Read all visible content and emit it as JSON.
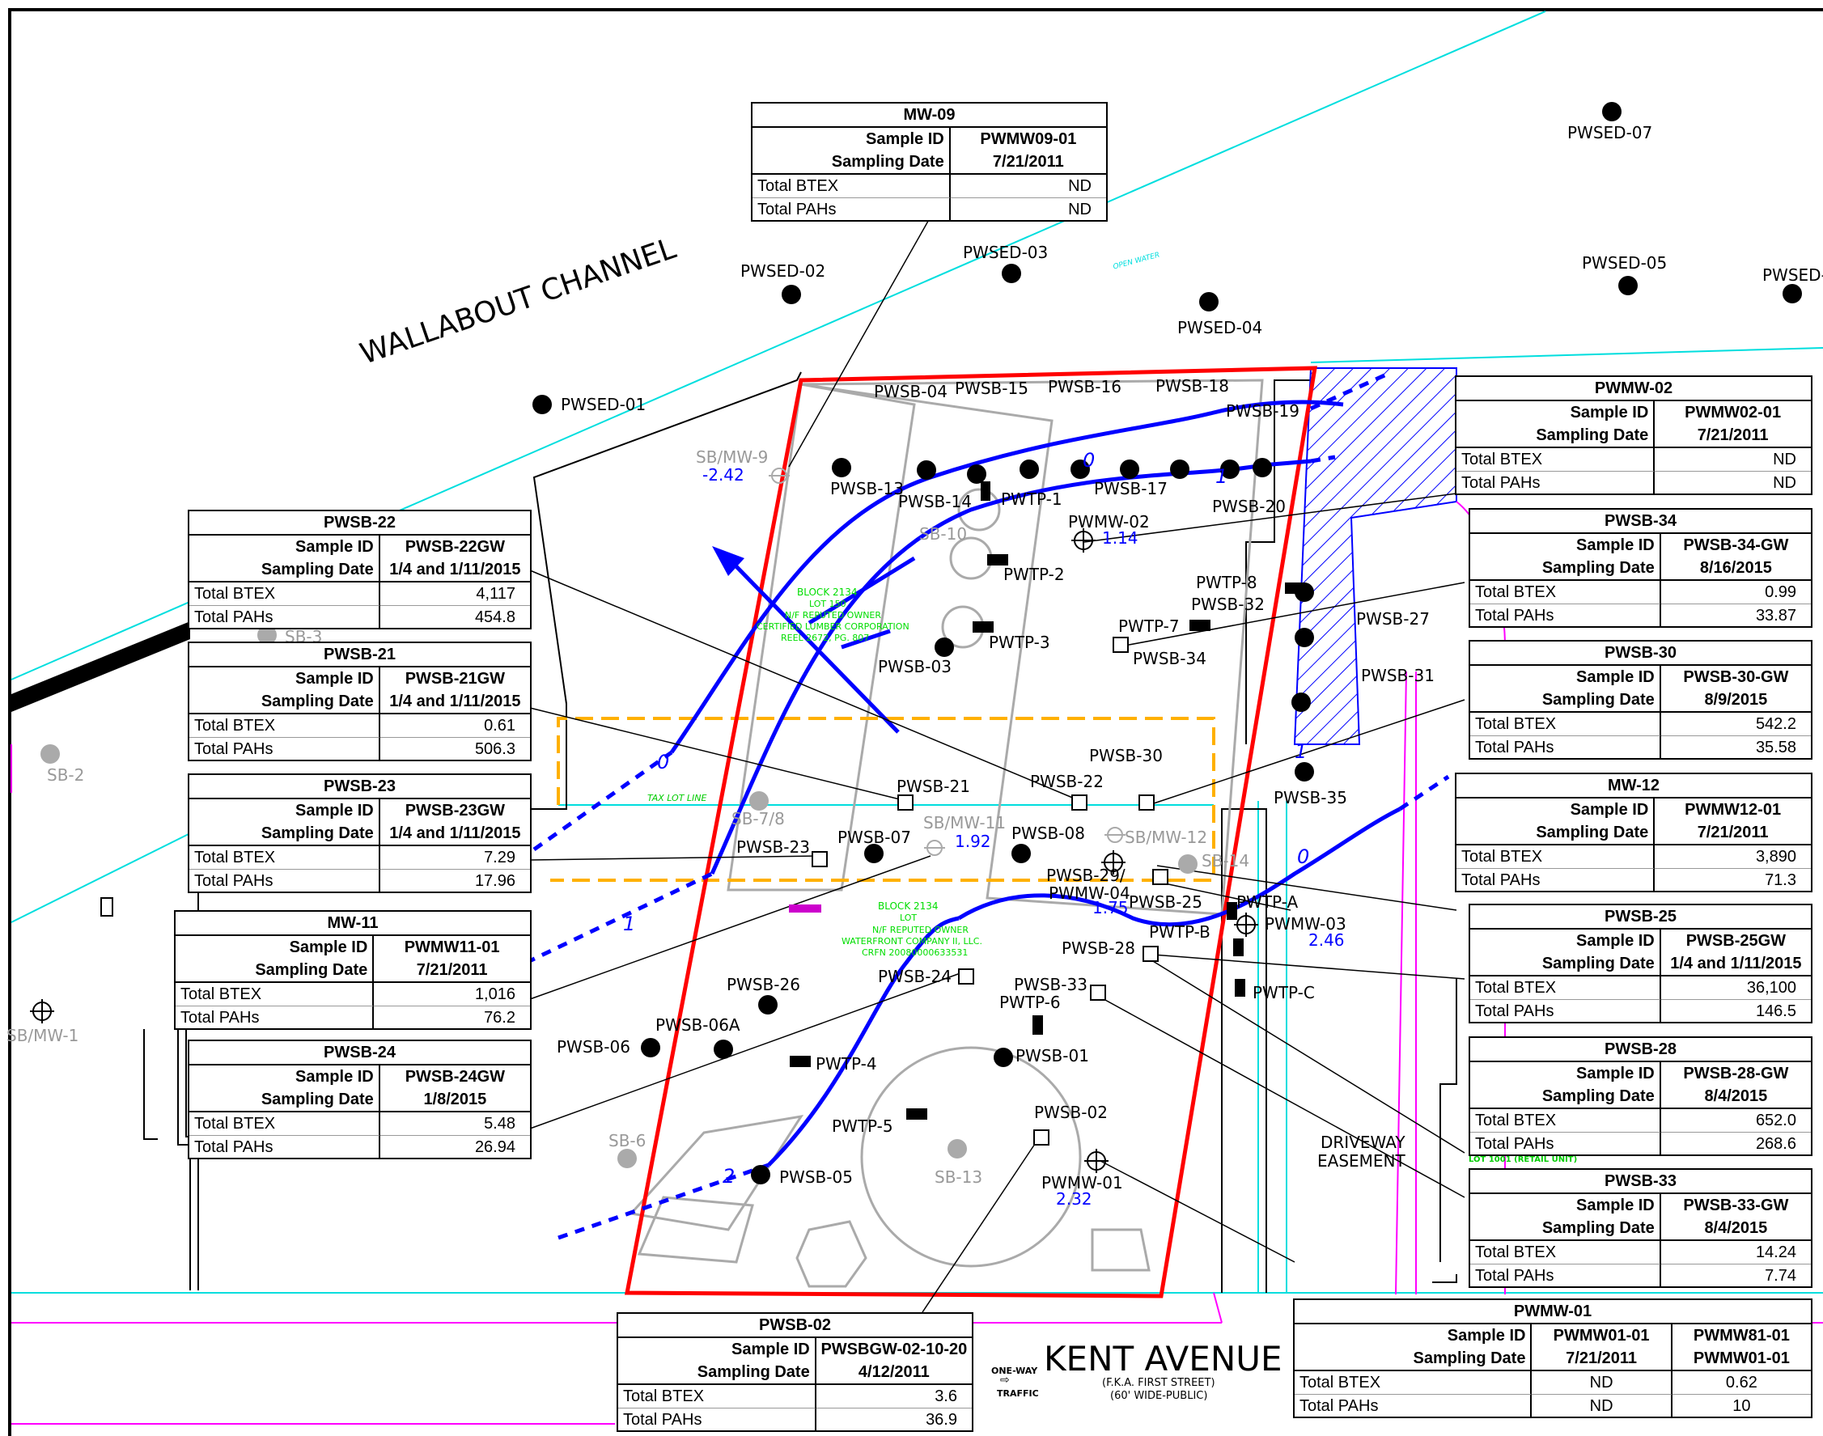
{
  "map": {
    "channel_name": "WALLABOUT CHANNEL",
    "street_name": "KENT AVENUE",
    "street_note1": "(F.K.A. FIRST STREET)",
    "street_note2": "(60' WIDE-PUBLIC)",
    "one_way1": "ONE-WAY",
    "one_way2": "TRAFFIC",
    "driveway1": "DRIVEWAY",
    "driveway2": "EASEMENT",
    "tax_lot_line": "TAX LOT LINE",
    "open_water": "OPEN WATER",
    "block_upper": [
      "BLOCK 2134",
      "LOT 150",
      "N/F REPUTED OWNER",
      "CERTIFIED LUMBER CORPORATION",
      "REEL 2672, PG. 807"
    ],
    "block_lower": [
      "BLOCK 2134",
      "LOT",
      "N/F REPUTED OWNER",
      "WATERFRONT COMPANY II, LLC.",
      "CRFN 20080000633531"
    ],
    "lot_1001": "LOT 1001 (RETAIL UNIT)",
    "contours": [
      "0",
      "0",
      "1",
      "1",
      "1",
      "2",
      "0",
      "1"
    ],
    "gw_values": [
      "-2.42",
      "1.14",
      "1.92",
      "1.75",
      "2.46",
      "2.32"
    ],
    "labels": {
      "pwsed01": "PWSED-01",
      "pwsed02": "PWSED-02",
      "pwsed03": "PWSED-03",
      "pwsed04": "PWSED-04",
      "pwsed05": "PWSED-05",
      "pwsed06": "PWSED-",
      "pwsed07": "PWSED-07",
      "pwsb04": "PWSB-04",
      "pwsb15": "PWSB-15",
      "pwsb16": "PWSB-16",
      "pwsb18": "PWSB-18",
      "pwsb19": "PWSB-19",
      "pwsb13": "PWSB-13",
      "pwsb14": "PWSB-14",
      "pwsb17": "PWSB-17",
      "pwsb20": "PWSB-20",
      "pwtp1": "PWTP-1",
      "pwtp2": "PWTP-2",
      "pwtp3": "PWTP-3",
      "pwtp4": "PWTP-4",
      "pwtp5": "PWTP-5",
      "pwtp6": "PWTP-6",
      "pwtp7": "PWTP-7",
      "pwtp8": "PWTP-8",
      "pwtpa": "PWTP-A",
      "pwtpb": "PWTP-B",
      "pwtpc": "PWTP-C",
      "pwmw02": "PWMW-02",
      "pwmw03": "PWMW-03",
      "pwmw04": "PWMW-04",
      "pwmw01": "PWMW-01",
      "pwsb32": "PWSB-32",
      "pwsb34": "PWSB-34",
      "pwsb27": "PWSB-27",
      "pwsb31": "PWSB-31",
      "pwsb35": "PWSB-35",
      "pwsb03": "PWSB-03",
      "pwsb30": "PWSB-30",
      "pwsb22": "PWSB-22",
      "pwsb21": "PWSB-21",
      "pwsb23": "PWSB-23",
      "pwsb07": "PWSB-07",
      "pwsb08": "PWSB-08",
      "pwsb29": "PWSB-29/",
      "pwsb25": "PWSB-25",
      "pwsb28": "PWSB-28",
      "pwsb24": "PWSB-24",
      "pwsb33": "PWSB-33",
      "pwsb26": "PWSB-26",
      "pwsb06a": "PWSB-06A",
      "pwsb06": "PWSB-06",
      "pwsb01": "PWSB-01",
      "pwsb02": "PWSB-02",
      "pwsb05": "PWSB-05",
      "sbmw9": "SB/MW-9",
      "sb10": "SB-10",
      "sb3": "SB-3",
      "sb2": "SB-2",
      "sb78": "SB-7/8",
      "sbmw11": "SB/MW-11",
      "sbmw12": "SB/MW-12",
      "sb14": "SB-14",
      "sbmw1": "SB/MW-1",
      "sb6": "SB-6",
      "sb13": "SB-13"
    }
  },
  "tables": [
    {
      "title": "MW-09",
      "sample_id": "PWMW09-01",
      "sampling_date": "7/21/2011",
      "btex": "ND",
      "pahs": "ND"
    },
    {
      "title": "PWMW-02",
      "sample_id": "PWMW02-01",
      "sampling_date": "7/21/2011",
      "btex": "ND",
      "pahs": "ND"
    },
    {
      "title": "PWSB-34",
      "sample_id": "PWSB-34-GW",
      "sampling_date": "8/16/2015",
      "btex": "0.99",
      "pahs": "33.87"
    },
    {
      "title": "PWSB-30",
      "sample_id": "PWSB-30-GW",
      "sampling_date": "8/9/2015",
      "btex": "542.2",
      "pahs": "35.58"
    },
    {
      "title": "MW-12",
      "sample_id": "PWMW12-01",
      "sampling_date": "7/21/2011",
      "btex": "3,890",
      "pahs": "71.3"
    },
    {
      "title": "PWSB-25",
      "sample_id": "PWSB-25GW",
      "sampling_date": "1/4 and 1/11/2015",
      "btex": "36,100",
      "pahs": "146.5"
    },
    {
      "title": "PWSB-28",
      "sample_id": "PWSB-28-GW",
      "sampling_date": "8/4/2015",
      "btex": "652.0",
      "pahs": "268.6"
    },
    {
      "title": "PWSB-33",
      "sample_id": "PWSB-33-GW",
      "sampling_date": "8/4/2015",
      "btex": "14.24",
      "pahs": "7.74"
    },
    {
      "title": "PWSB-22",
      "sample_id": "PWSB-22GW",
      "sampling_date": "1/4 and 1/11/2015",
      "btex": "4,117",
      "pahs": "454.8"
    },
    {
      "title": "PWSB-21",
      "sample_id": "PWSB-21GW",
      "sampling_date": "1/4 and 1/11/2015",
      "btex": "0.61",
      "pahs": "506.3"
    },
    {
      "title": "PWSB-23",
      "sample_id": "PWSB-23GW",
      "sampling_date": "1/4 and 1/11/2015",
      "btex": "7.29",
      "pahs": "17.96"
    },
    {
      "title": "MW-11",
      "sample_id": "PWMW11-01",
      "sampling_date": "7/21/2011",
      "btex": "1,016",
      "pahs": "76.2"
    },
    {
      "title": "PWSB-24",
      "sample_id": "PWSB-24GW",
      "sampling_date": "1/8/2015",
      "btex": "5.48",
      "pahs": "26.94"
    },
    {
      "title": "PWSB-02",
      "sample_id": "PWSBGW-02-10-20",
      "sampling_date": "4/12/2011",
      "btex": "3.6",
      "pahs": "36.9"
    }
  ],
  "pwmw01_table": {
    "title": "PWMW-01",
    "sample_id_a": "PWMW01-01",
    "sample_id_b": "PWMW81-01",
    "date_a": "7/21/2011",
    "date_b": "PWMW01-01",
    "btex_a": "ND",
    "btex_b": "0.62",
    "pahs_a": "ND",
    "pahs_b": "10"
  },
  "row_labels": {
    "sample_id": "Sample ID",
    "sampling_date": "Sampling Date",
    "btex": "Total BTEX",
    "pahs": "Total PAHs"
  },
  "colors": {
    "site_boundary": "#ff0000",
    "contour": "#0000ff",
    "gray": "#aaaaaa",
    "cyan": "#00e0e0",
    "magenta": "#ff00ff",
    "orange": "#ffb000",
    "green": "#00dd00"
  }
}
